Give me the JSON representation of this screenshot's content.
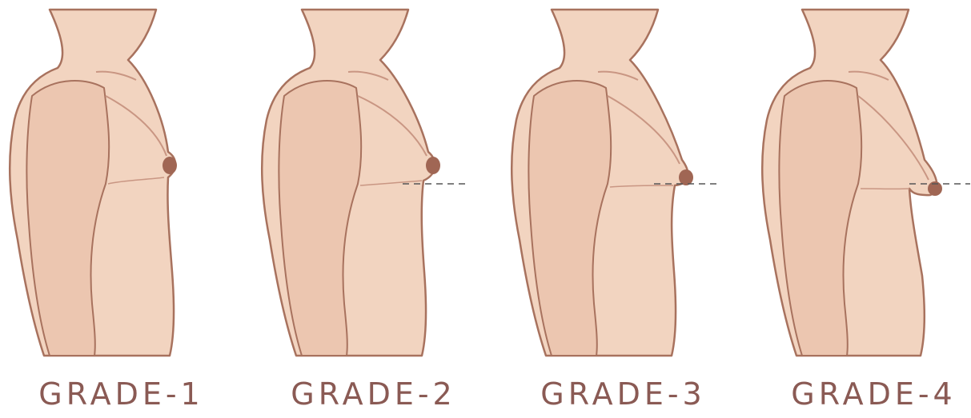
{
  "grades": [
    {
      "label": "GRADE-1",
      "level": 1,
      "reference_line": false
    },
    {
      "label": "GRADE-2",
      "level": 2,
      "reference_line": true
    },
    {
      "label": "GRADE-3",
      "level": 3,
      "reference_line": true
    },
    {
      "label": "GRADE-4",
      "level": 4,
      "reference_line": true
    }
  ],
  "colors": {
    "skin": "#f2d4c0",
    "skin_shadow": "#e4bba4",
    "outline": "#a8725e",
    "nipple": "#a06654",
    "label": "#8a5a54",
    "reference_line": "#555555"
  }
}
